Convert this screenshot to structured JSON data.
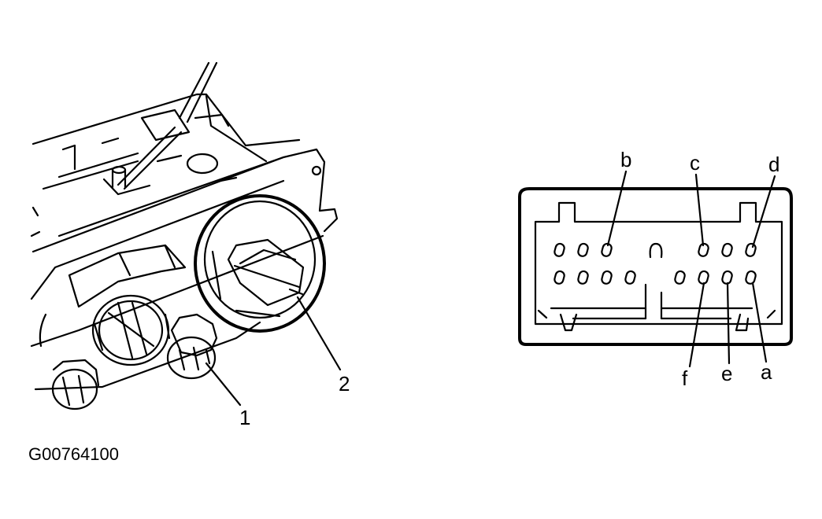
{
  "figure_code": "G00764100",
  "callouts": {
    "one": "1",
    "two": "2"
  },
  "connector_terminals": {
    "a": "a",
    "b": "b",
    "c": "c",
    "d": "d",
    "e": "e",
    "f": "f"
  }
}
